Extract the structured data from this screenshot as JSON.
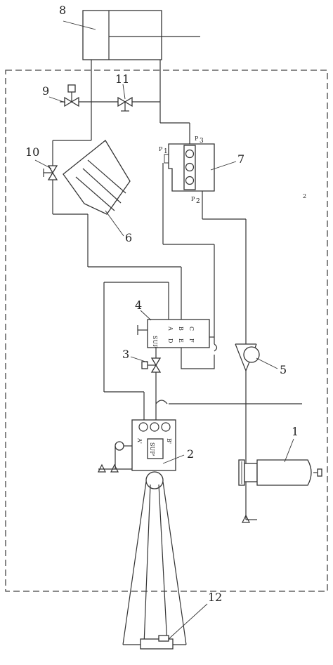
{
  "components": {
    "c1": {
      "label": "1"
    },
    "c2": {
      "label": "2",
      "ports": [
        "A'",
        "B'"
      ],
      "tag": "SUP'"
    },
    "c3": {
      "label": "3"
    },
    "c4": {
      "label": "4",
      "ports": [
        "A",
        "B",
        "C",
        "D",
        "E",
        "F"
      ],
      "tag": "SUP"
    },
    "c5": {
      "label": "5"
    },
    "c6": {
      "label": "6"
    },
    "c7": {
      "label": "7",
      "ports": [
        "P",
        "P",
        "P"
      ],
      "subs": [
        "1",
        "2",
        "3"
      ]
    },
    "c8": {
      "label": "8"
    },
    "c9": {
      "label": "9"
    },
    "c10": {
      "label": "10"
    },
    "c11": {
      "label": "11"
    },
    "c12": {
      "label": "12"
    }
  },
  "annotations": {
    "region_mark": "2"
  }
}
